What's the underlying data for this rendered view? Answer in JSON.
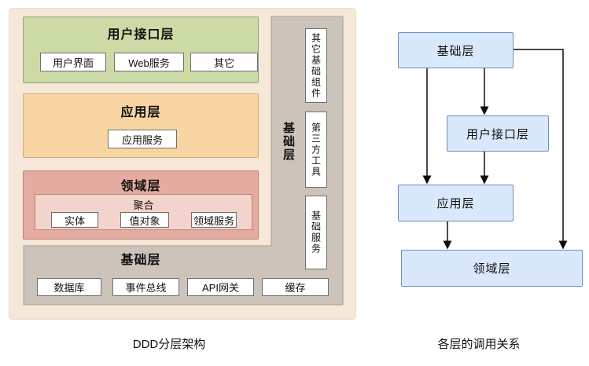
{
  "colors": {
    "outer_bg": "#f5e8d9",
    "green_fill": "#ccdaa6",
    "orange_fill": "#f8d5a3",
    "pink_fill": "#e4aba0",
    "pink_inner_fill": "#f2d4cc",
    "gray_fill": "#ccc4ba",
    "blue_fill": "#dae8fc",
    "blue_border": "#6c8ebf",
    "arrow": "#0d0d0d"
  },
  "left_diagram": {
    "caption": "DDD分层架构",
    "ui_layer": {
      "title": "用户接口层",
      "boxes": [
        "用户界面",
        "Web服务",
        "其它"
      ]
    },
    "app_layer": {
      "title": "应用层",
      "boxes": [
        "应用服务"
      ]
    },
    "domain_layer": {
      "title": "领域层",
      "aggregate": {
        "title": "聚合",
        "boxes": [
          "实体",
          "值对象",
          "领域服务"
        ]
      }
    },
    "infra_layer_bar": {
      "title": "基础层",
      "boxes": [
        "数据库",
        "事件总线",
        "API网关",
        "缓存"
      ]
    },
    "infra_layer_strip": {
      "title": "基础层",
      "boxes": [
        "其它基础组件",
        "第三方工具",
        "基础服务"
      ]
    }
  },
  "right_diagram": {
    "caption": "各层的调用关系",
    "nodes": {
      "infra": "基础层",
      "ui": "用户接口层",
      "app": "应用层",
      "domain": "领域层"
    }
  }
}
